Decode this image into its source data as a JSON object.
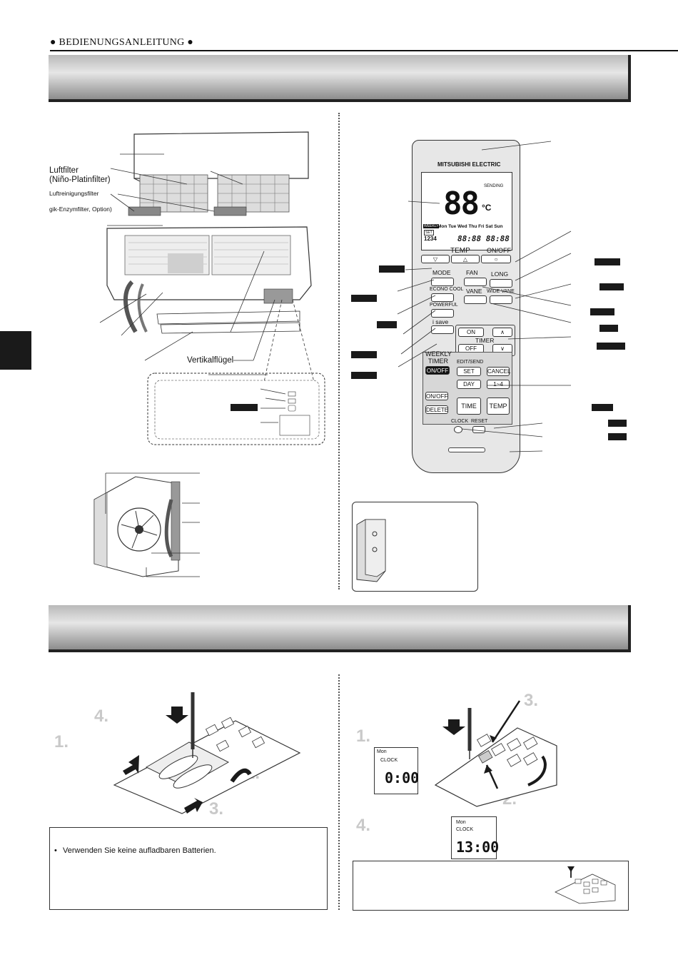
{
  "header": {
    "title": "● BEDIENUNGSANLEITUNG ●"
  },
  "indoor_unit": {
    "label_filter": "Luftfilter",
    "label_filter_sub": "(Niño-Platinfilter)",
    "label_cleaning_filter": "Luftreinigungsfilter",
    "label_enzyme_filter": "gik-Enzymfilter, Option)",
    "label_vertical_vane": "Vertikalflügel"
  },
  "remote": {
    "brand": "MITSUBISHI ELECTRIC",
    "display_temp": "88",
    "display_unit": "°C",
    "display_days": "Mon Tue Wed Thu Fri Sat Sun",
    "display_time": "88:88 88:88",
    "display_prog": "1234",
    "display_sending": "SENDING",
    "display_weekly": "WEEKLY",
    "display_set": "SET",
    "temp_label": "TEMP",
    "onoff_label": "ON/OFF",
    "mode_label": "MODE",
    "econo_label": "ECONO COOL",
    "powerful_label": "POWERFUL",
    "isave_label": "i save",
    "fan_label": "FAN",
    "long_label": "LONG",
    "vane_label": "VANE",
    "widevane_label": "WIDE VANE",
    "timer_on_label": "ON",
    "timer_off_label": "OFF",
    "timer_label": "TIMER",
    "weekly_timer_label": "WEEKLY TIMER",
    "weekly_onoff_label": "ON/OFF",
    "edit_send_label": "EDIT/SEND",
    "set_label": "SET",
    "cancel_label": "CANCEL",
    "day_label": "DAY",
    "range_label": "1~4",
    "onoff2_label": "ON/OFF",
    "delete_label": "DELETE",
    "time_label": "TIME",
    "temp2_label": "TEMP",
    "clock_label": "CLOCK",
    "reset_label": "RESET"
  },
  "battery_section": {
    "steps": [
      "4.",
      "1.",
      "2.",
      "3."
    ],
    "note": "Verwenden Sie keine aufladbaren Batterien."
  },
  "clock_section": {
    "steps": [
      "3.",
      "1.",
      "2.",
      "4."
    ],
    "lcd1_day": "Mon",
    "lcd1_label": "CLOCK",
    "lcd1_time": "0:00",
    "lcd2_day": "Mon",
    "lcd2_label": "CLOCK",
    "lcd2_time": "13:00"
  }
}
